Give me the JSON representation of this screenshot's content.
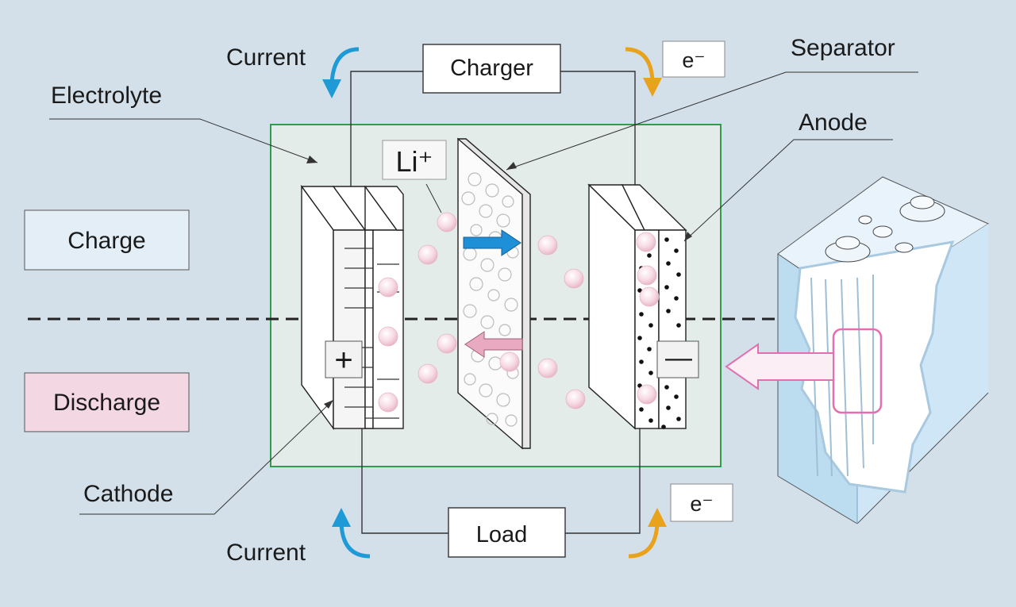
{
  "labels": {
    "current_top": "Current",
    "current_bottom": "Current",
    "charger": "Charger",
    "load": "Load",
    "electron_top": "e⁻",
    "electron_bottom": "e⁻",
    "separator": "Separator",
    "anode": "Anode",
    "electrolyte": "Electrolyte",
    "cathode": "Cathode",
    "lithium_ion": "Li⁺",
    "charge": "Charge",
    "discharge": "Discharge",
    "plus_sign": "+",
    "minus_sign": "—"
  },
  "colors": {
    "background": "#d3e0ea",
    "electrolyte_box_border": "#2e9e4e",
    "charge_arrow": "#1e90d8",
    "discharge_arrow": "#e9a9c0",
    "current_arrow": "#1e9ad6",
    "electron_arrow": "#e8a21c",
    "charge_box": "#e3eef6",
    "discharge_box": "#f3d7e2",
    "battery_outline": "#e070b0"
  },
  "icons": {
    "lithium_ion_particle": "pink-sphere-icon",
    "separator_pore": "circle-icon",
    "anode_dot": "dot-icon",
    "battery": "prismatic-battery-icon"
  }
}
